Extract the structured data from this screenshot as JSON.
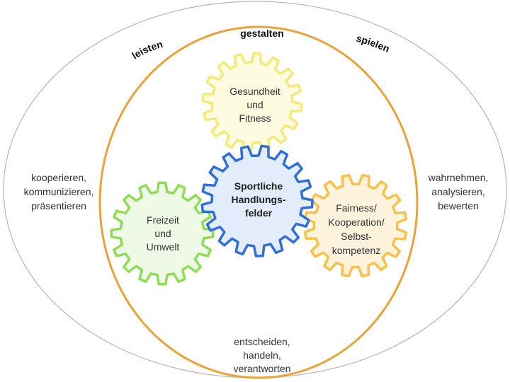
{
  "diagram": {
    "ring_words": {
      "left": "leisten",
      "top": "gestalten",
      "right": "spielen"
    },
    "outer_labels": {
      "left": "kooperieren,\nkommunizieren,\npräsentieren",
      "right": "wahrnehmen,\nanalysieren,\nbewerten",
      "bottom": "entscheiden,\nhandeln,\nverantworten"
    },
    "gears": {
      "top": {
        "label": "Gesundheit\nund\nFitness",
        "color": "#f5e97a",
        "fill": "#fdfbe0"
      },
      "center": {
        "label": "Sportliche\nHandlungs-\nfelder",
        "color": "#2f6fd6",
        "fill": "#e3ecfa"
      },
      "left": {
        "label": "Freizeit\nund\nUmwelt",
        "color": "#8fdc57",
        "fill": "#eef9e6"
      },
      "right": {
        "label": "Fairness/\nKooperation/\nSelbst-\nkompetenz",
        "color": "#f8c24a",
        "fill": "#fdf2dc"
      }
    },
    "colors": {
      "outer_ellipse": "#b5b5b5",
      "inner_ring": "#e8a33a"
    }
  }
}
